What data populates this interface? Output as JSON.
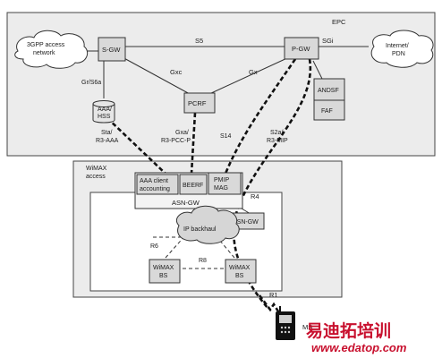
{
  "epc_label": "EPC",
  "nodes": {
    "threegpp": "3GPP access network",
    "sgw": "S-GW",
    "pgw": "P-GW",
    "internet": "Internet/ PDN",
    "pcrf": "PCRF",
    "aaa": "AAA/ HSS",
    "andsf": "ANDSF",
    "faf": "FAF",
    "wimax_access": "WiMAX access",
    "aaa_client": "AAA client accounting",
    "beerf": "BEERF",
    "pmip": "PMIP MAG",
    "asngw_main": "ASN-GW",
    "asngw_side": "ASN-GW",
    "ip_backhaul": "IP backhaul",
    "bs_left": "WiMAX BS",
    "bs_right": "WiMAX BS",
    "ms": "MS"
  },
  "interfaces": {
    "s5": "S5",
    "sgi": "SGi",
    "gxc": "Gxc",
    "gx": "Gx",
    "gr": "Gr/S6a",
    "sta": "Sta/ R3-AAA",
    "gxa": "Gxa/ R3-PCC-P",
    "s14": "S14",
    "s2a": "S2a/ R3-MIP",
    "r4": "R4",
    "r6": "R6",
    "r8": "R8",
    "r1": "R1"
  },
  "watermark": {
    "cn": "易迪拓培训",
    "url": "www.edatop.com"
  },
  "colors": {
    "watermark": "#c8102e"
  }
}
